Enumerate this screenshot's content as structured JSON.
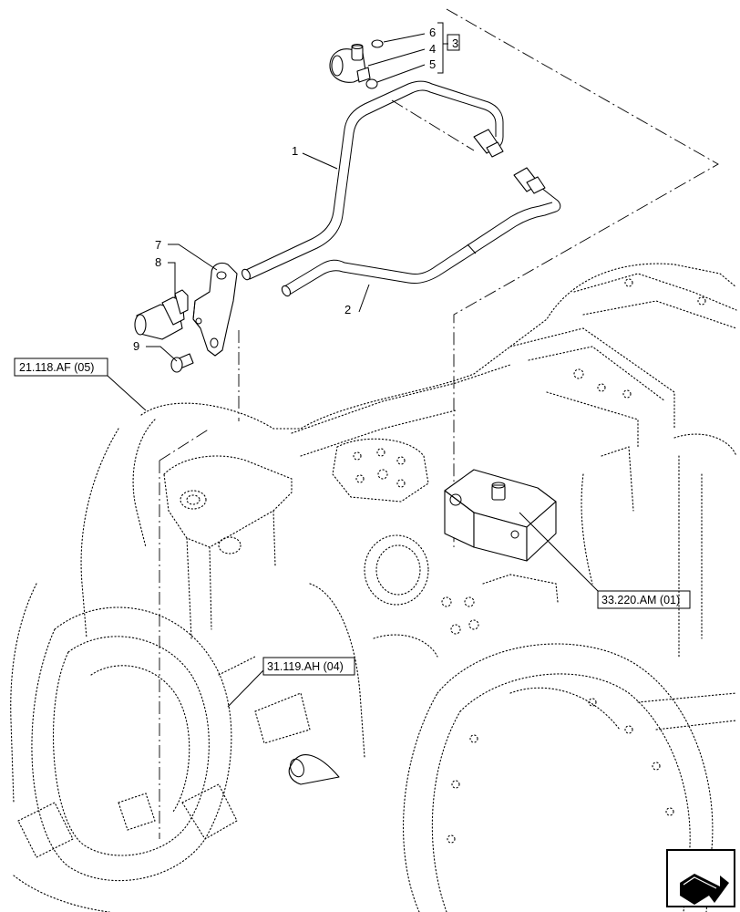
{
  "callouts": {
    "c1": "1",
    "c2": "2",
    "c3": "3",
    "c4": "4",
    "c5": "5",
    "c6": "6",
    "c7": "7",
    "c8": "8",
    "c9": "9"
  },
  "references": {
    "r1": "21.118.AF (05)",
    "r2": "33.220.AM (01)",
    "r3": "31.119.AH (04)"
  },
  "icons": {
    "nav": "next-page-arrow-icon"
  }
}
